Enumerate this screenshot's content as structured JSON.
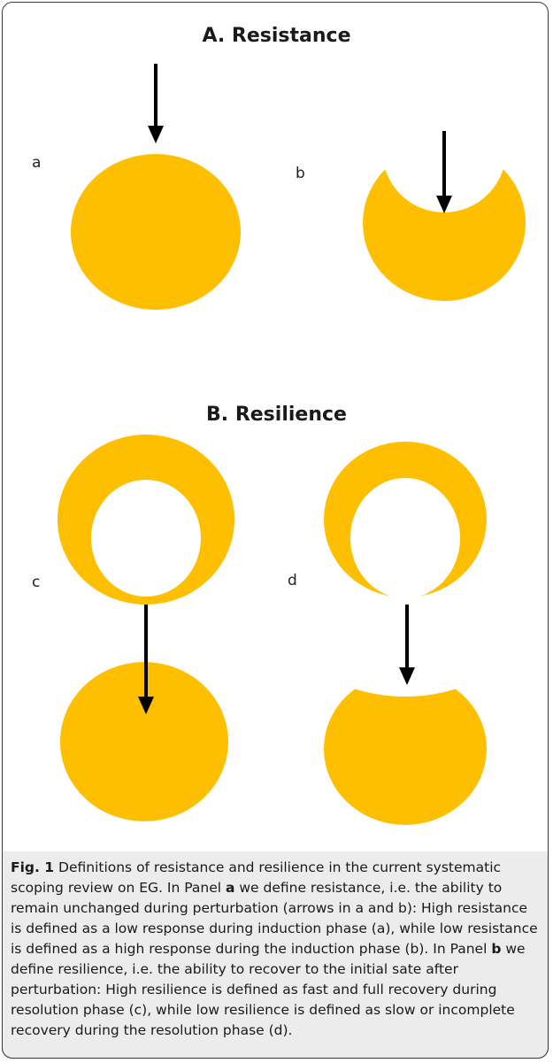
{
  "figure": {
    "panel_a_title": "A. Resistance",
    "panel_b_title": "B. Resilience",
    "labels": {
      "a": "a",
      "b": "b",
      "c": "c",
      "d": "d"
    },
    "shape_color": "#FDBF00",
    "arrow_color": "#000000"
  },
  "caption": {
    "fig_label": "Fig. 1",
    "text_1": " Definitions of resistance and resilience in the current systematic scoping review on EG. In Panel ",
    "panel_a": "a",
    "text_2": " we define resistance, i.e. the ability to remain unchanged during perturbation (arrows in a and b): High resistance is defined as a low response during induction phase (a), while low resistance is defined as a high response during the induction phase (b). In Panel ",
    "panel_b": "b",
    "text_3": " we define resilience, i.e. the ability to recover to the initial sate after perturbation: High resilience is defined as fast and full recovery during resolution phase (c), while low resilience is defined as slow or incomplete recovery during the resolution phase (d)."
  }
}
